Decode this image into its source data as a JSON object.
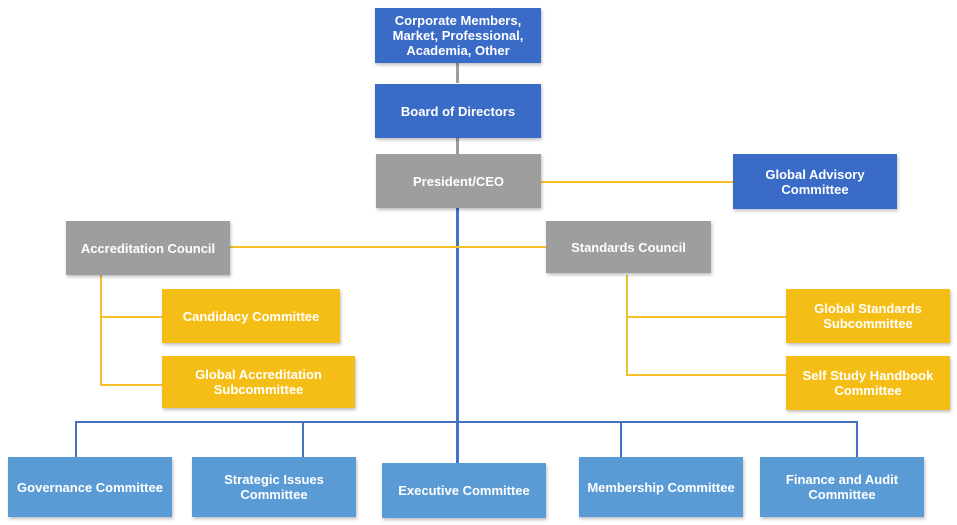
{
  "chart": {
    "members": "Corporate Members, Market, Professional, Academia, Other",
    "board": "Board of Directors",
    "president": "President/CEO",
    "global_advisory": "Global Advisory Committee",
    "accreditation_council": "Accreditation Council",
    "standards_council": "Standards Council",
    "candidacy": "Candidacy Committee",
    "global_accreditation": "Global Accreditation Subcommittee",
    "global_standards": "Global Standards Subcommittee",
    "self_study": "Self Study Handbook Committee",
    "committees": [
      "Governance Committee",
      "Strategic Issues Committee",
      "Executive Committee",
      "Membership Committee",
      "Finance and Audit Committee"
    ]
  },
  "colors": {
    "top_box": "#3A6BC6",
    "council_box": "#9E9E9E",
    "sub_box": "#F5BE16",
    "committee_box": "#5B9BD5"
  }
}
